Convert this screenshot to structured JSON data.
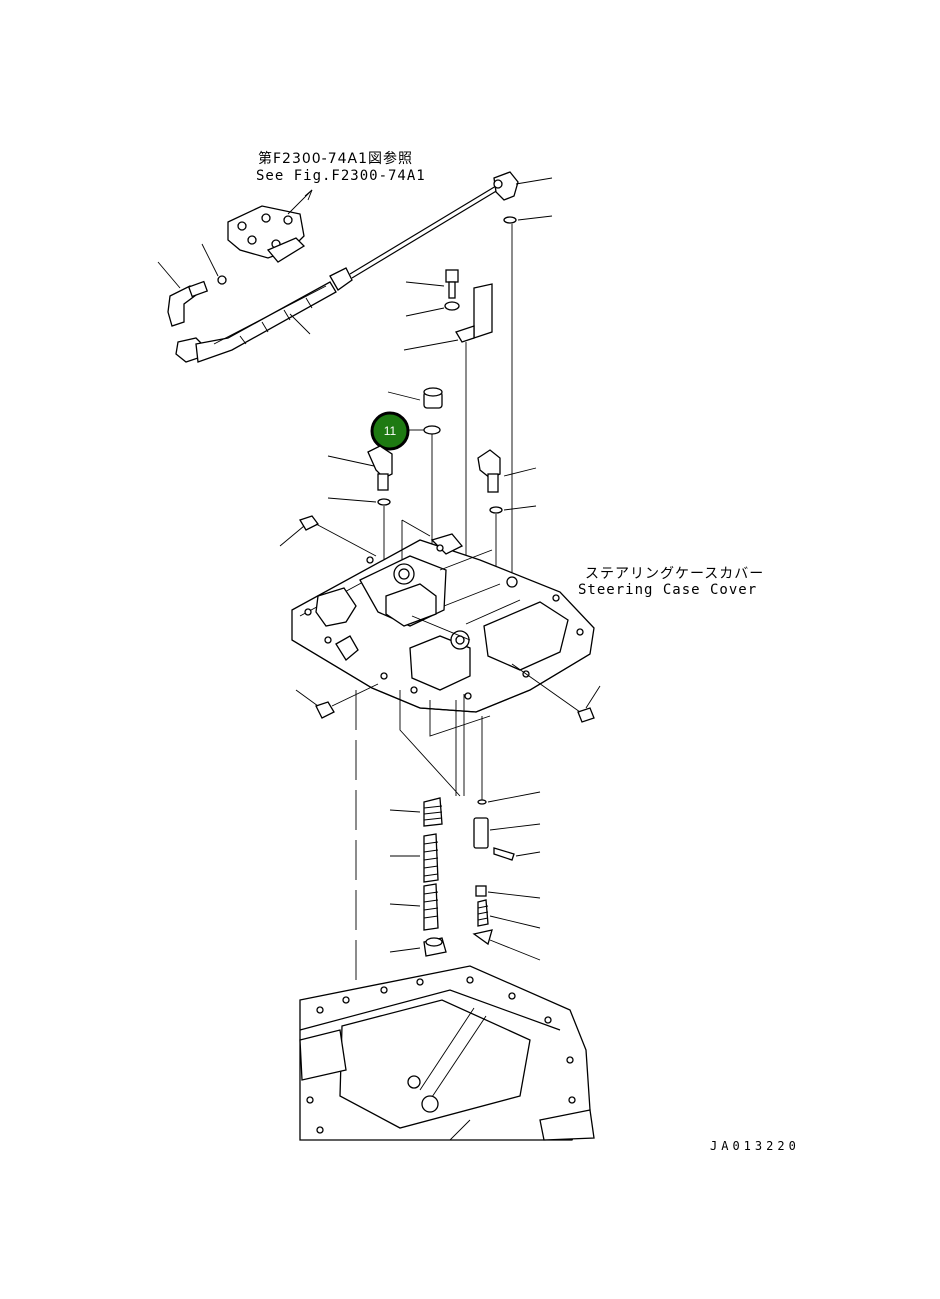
{
  "diagram": {
    "reference_note_jp": "第F2300-74A1図参照",
    "reference_note_en": "See Fig.F2300-74A1",
    "assembly_label_jp": "ステアリングケースカバー",
    "assembly_label_en": "Steering Case Cover",
    "drawing_code": "JA013220",
    "callout": {
      "number": "11",
      "color": "#1e7a12"
    }
  }
}
